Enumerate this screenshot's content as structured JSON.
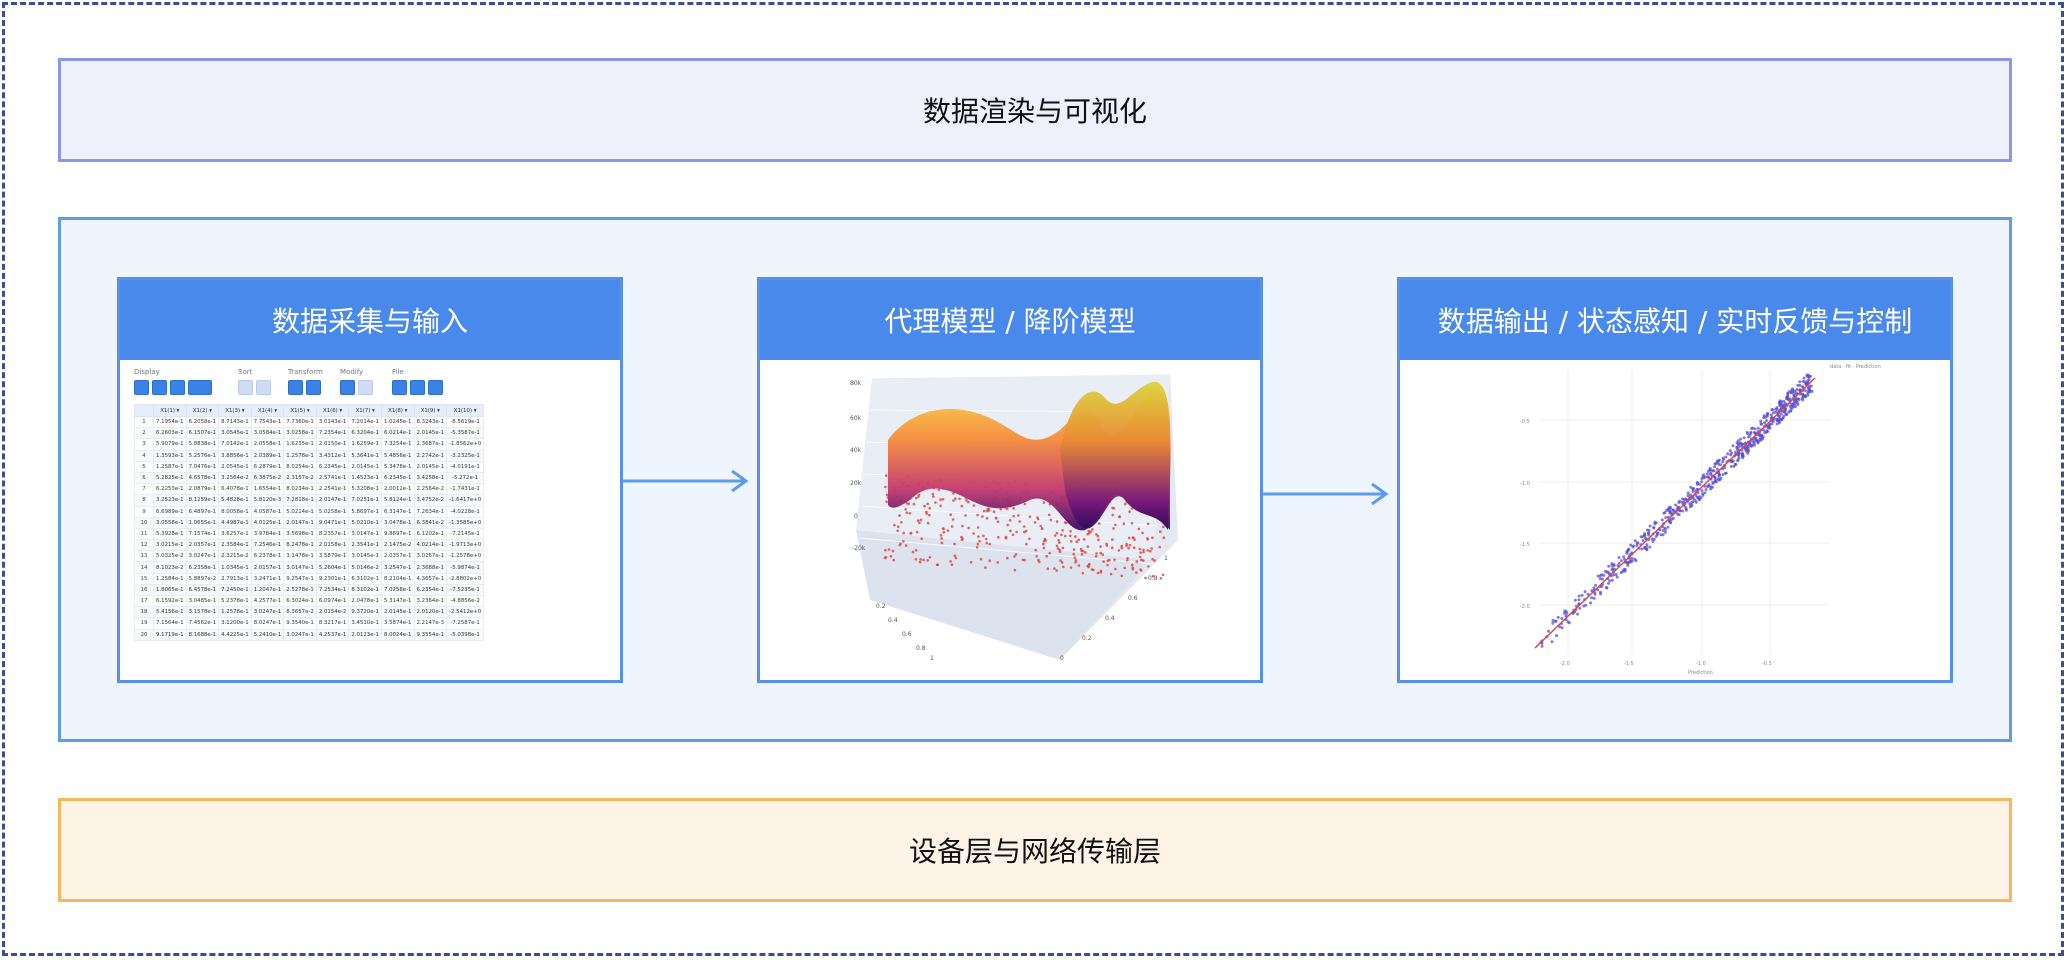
{
  "layers": {
    "top": "数据渲染与可视化",
    "bottom": "设备层与网络传输层"
  },
  "modules": {
    "input": {
      "title": "数据采集与输入"
    },
    "model": {
      "title": "代理模型 / 降阶模型"
    },
    "output": {
      "title": "数据输出 / 状态感知 / 实时反馈与控制"
    }
  },
  "toolbar": {
    "groups": [
      "Display",
      "Sort",
      "Transform",
      "Modify",
      "File"
    ]
  },
  "table": {
    "columns": [
      "X1(1)",
      "X1(2)",
      "X1(3)",
      "X1(4)",
      "X1(5)",
      "X1(6)",
      "X1(7)",
      "X1(8)",
      "X1(9)",
      "X1(10)"
    ],
    "rows": [
      [
        "1",
        "7.1954e-1",
        "6.2058e-1",
        "8.7143e-1",
        "7.7543e-1",
        "7.7360e-1",
        "3.0143e-1",
        "7.2014e-1",
        "1.0245e-1",
        "8.3243e-1",
        "-8.5619e-1"
      ],
      [
        "2",
        "6.2603e-1",
        "6.1507e-1",
        "3.0545e-1",
        "3.0584e-1",
        "3.0258e-1",
        "7.2354e-1",
        "6.3204e-1",
        "6.0214e-1",
        "2.0145e-1",
        "-5.3587e-1"
      ],
      [
        "3",
        "5.9079e-1",
        "5.8838e-1",
        "7.0142e-1",
        "2.0558e-1",
        "1.6235e-1",
        "2.0150e-1",
        "1.6259e-1",
        "7.3254e-1",
        "2.3687e-1",
        "-1.8562e+0"
      ],
      [
        "4",
        "1.3593e-1",
        "5.2576e-1",
        "3.8856e-1",
        "2.0389e-1",
        "1.2578e-1",
        "3.4312e-1",
        "5.3641e-1",
        "5.4856e-1",
        "2.2742e-1",
        "-3.2325e-1"
      ],
      [
        "5",
        "1.2587e-1",
        "7.0476e-1",
        "2.0545e-1",
        "6.2879e-1",
        "8.0254e-1",
        "6.2345e-1",
        "2.0145e-1",
        "5.3478e-1",
        "2.0145e-1",
        "-4.0191e-1"
      ],
      [
        "6",
        "5.2825e-1",
        "4.6578e-1",
        "3.2564e-2",
        "6.3875e-2",
        "2.3157e-2",
        "2.5741e-1",
        "1.4523e-1",
        "6.2345e-1",
        "3.4258e-1",
        "-5.272e-1"
      ],
      [
        "7",
        "6.2253e-1",
        "2.0879e-1",
        "6.4078e-1",
        "1.6554e-1",
        "8.0234e-1",
        "2.2541e-1",
        "5.3208e-1",
        "2.0012e-1",
        "2.2564e-2",
        "-1.7431e-1"
      ],
      [
        "8",
        "3.2523e-1",
        "8.1259e-1",
        "5.4828e-1",
        "5.8120e-3",
        "7.2818e-1",
        "2.0147e-1",
        "7.0251e-1",
        "5.8124e-1",
        "3.4752e-2",
        "-1.6417e+0"
      ],
      [
        "9",
        "6.6989e-1",
        "6.4897e-1",
        "8.0058e-1",
        "4.0587e-1",
        "5.0214e-1",
        "5.0258e-1",
        "5.8697e-1",
        "6.3147e-1",
        "7.2634e-1",
        "-4.0228e-1"
      ],
      [
        "10",
        "3.0558e-1",
        "1.0655e-1",
        "4.4987e-1",
        "4.0125e-1",
        "2.0147e-1",
        "9.0471e-1",
        "5.0210e-1",
        "3.0478e-1",
        "6.3841e-2",
        "-1.3585e+0"
      ],
      [
        "11",
        "5.3928e-1",
        "7.1574e-1",
        "3.6257e-1",
        "3.9784e-1",
        "3.5698e-1",
        "8.2357e-1",
        "3.0147e-1",
        "9.8697e-1",
        "6.1202e-1",
        "-7.2145e-1"
      ],
      [
        "12",
        "3.0215e-1",
        "2.0357e-1",
        "2.3584e-1",
        "7.2546e-1",
        "8.2478e-1",
        "2.0158e-1",
        "2.3541e-1",
        "2.1475e-2",
        "4.0214e-1",
        "-1.9713e+0"
      ],
      [
        "13",
        "5.0325e-2",
        "3.0247e-1",
        "2.3215e-2",
        "6.2378e-1",
        "3.1478e-1",
        "3.5879e-1",
        "3.0145e-1",
        "2.0357e-1",
        "3.0267e-1",
        "-1.2578e+0"
      ],
      [
        "14",
        "8.1023e-2",
        "6.2358e-1",
        "1.0345e-1",
        "2.0157e-1",
        "3.0147e-1",
        "5.2604e-1",
        "5.0146e-2",
        "3.2547e-1",
        "2.3688e-1",
        "-5.9874e-1"
      ],
      [
        "15",
        "1.2584e-1",
        "5.8897e-2",
        "2.7913e-1",
        "3.2471e-1",
        "9.2547e-1",
        "9.2301e-1",
        "6.3102e-1",
        "8.2104e-1",
        "4.3657e-1",
        "-2.8802e+0"
      ],
      [
        "16",
        "1.8065e-1",
        "6.4578e-1",
        "7.2450e-1",
        "1.2047e-1",
        "2.5278e-1",
        "7.2534e-1",
        "8.3102e-1",
        "7.0258e-1",
        "6.2354e-1",
        "-7.5235e-1"
      ],
      [
        "17",
        "6.1592e-1",
        "3.0485e-1",
        "5.2378e-1",
        "4.2577e-1",
        "6.3024e-1",
        "6.0974e-1",
        "2.0478e-1",
        "5.3147e-1",
        "3.2364e-1",
        "-4.8856e-2"
      ],
      [
        "18",
        "5.4156e-1",
        "3.1578e-1",
        "1.2578e-1",
        "3.0247e-1",
        "8.3657e-2",
        "2.0154e-2",
        "9.3720e-1",
        "2.0145e-1",
        "2.0120e-1",
        "-2.5412e+0"
      ],
      [
        "19",
        "7.1564e-1",
        "7.4562e-1",
        "3.1200e-1",
        "8.0247e-1",
        "9.3540e-1",
        "8.3217e-1",
        "3.4510e-1",
        "3.5874e-1",
        "2.2147e-3",
        "-7.2587e-1"
      ],
      [
        "20",
        "9.1719e-1",
        "8.1688e-1",
        "4.4225e-1",
        "5.2410e-1",
        "3.0247e-1",
        "4.2537e-1",
        "2.0123e-1",
        "8.0024e-1",
        "9.3554e-1",
        "-5.0398e-1"
      ]
    ]
  },
  "colors": {
    "outer_border": "#3a4d96",
    "top_band_bg": "#eef1fb",
    "top_band_border": "#8c96ea",
    "bottom_band_bg": "#fdf3e6",
    "bottom_band_border": "#f6b85c",
    "main_band_bg": "#eef5fe",
    "main_band_border": "#5d9cec",
    "module_header": "#4a89ec",
    "arrow": "#5d9cec",
    "scatter_point": "#5a4fd4",
    "fit_line": "#d64545"
  }
}
